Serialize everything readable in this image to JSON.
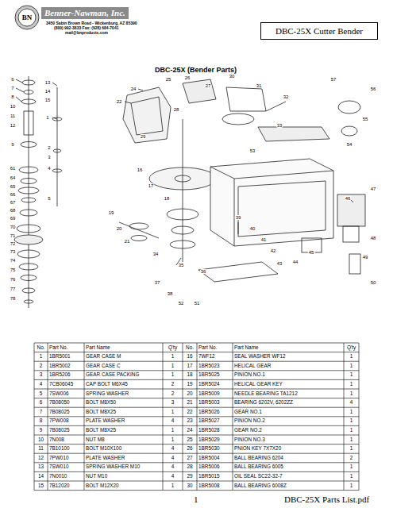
{
  "diagram": {
    "nodes": [
      {
        "text": [
          "DBC-25X Cutter Bender"
        ]
      }
    ],
    "labels": [
      "BN",
      "Benner-Nawman, Inc.",
      "3450 Sabin Brown Road - Wickenburg, AZ 85390",
      "(800) 992-3833 Fax: (928) 684-7041",
      "mail@bnproducts.com",
      "DBC-25X (Bender Parts)",
      "No.",
      "Part No.",
      "Part Name",
      "Q'ty",
      "No.",
      "Part No.",
      "Part Name",
      "Q'ty",
      "1",
      "1BR5001",
      "GEAR CASE M",
      "1",
      "16",
      "7WF12",
      "SEAL WASHER WF12",
      "1",
      "2",
      "1BR5002",
      "GEAR CASE C",
      "1",
      "17",
      "1BR5023",
      "HELICAL GEAR",
      "1",
      "3",
      "1BR5206",
      "GEAR CASE PACKING",
      "1",
      "18",
      "1BR5025",
      "PINION NO.1",
      "1",
      "4",
      "7CB06045",
      "CAP BOLT M6X45",
      "2",
      "19",
      "1BR5024",
      "HELICAL GEAR KEY",
      "1",
      "5",
      "7SW006",
      "SPRING WASHER",
      "2",
      "20",
      "1BR5009",
      "NEEDLE BEARING TA1212",
      "1",
      "6",
      "7B08050",
      "BOLT M8X50",
      "3",
      "21",
      "1BR5003",
      "BEARING 6202V, 6202ZZ",
      "4",
      "7",
      "7B08025",
      "BOLT M8X25",
      "1",
      "22",
      "1BR5026",
      "GEAR NO.1",
      "1",
      "8",
      "7PW008",
      "PLATE WASHER",
      "4",
      "23",
      "1BR5027",
      "PINION NO.2",
      "1",
      "9",
      "7B08025",
      "BOLT M8X25",
      "1",
      "24",
      "1BR5028",
      "GEAR NO.2",
      "1",
      "10",
      "7N008",
      "NUT M8",
      "1",
      "25",
      "1BR5029",
      "PINION NO.3",
      "1",
      "11",
      "7B10100",
      "BOLT M10X100",
      "4",
      "26",
      "1BR5030",
      "PNION KEY 7X7X20",
      "1",
      "12",
      "7PW010",
      "PLATE WASHER",
      "4",
      "27",
      "1BR5004",
      "BALL BEARING 6204",
      "2",
      "13",
      "7SW010",
      "SPRING WASHER M10",
      "4",
      "28",
      "1BR5006",
      "BALL BEARING 6005",
      "1",
      "14",
      "7N0010",
      "NUT M10",
      "4",
      "29",
      "1BR5015",
      "OIL SEAL SC22-32-7",
      "1",
      "15",
      "7B12020",
      "BOLT M12X20",
      "1",
      "30",
      "1BR5008",
      "BALL BEARING 6008Z",
      "1",
      "1",
      "DBC-25X Parts List.pdf",
      "6",
      "7",
      "8",
      "10",
      "11",
      "12",
      "9",
      "61",
      "64",
      "65",
      "66",
      "67",
      "68",
      "69",
      "70",
      "71",
      "72",
      "73",
      "74",
      "75",
      "76",
      "77",
      "78",
      "13",
      "14",
      "15",
      "1",
      "2",
      "3",
      "4",
      "5",
      "22",
      "24",
      "25",
      "26",
      "27",
      "30",
      "31",
      "32",
      "33",
      "28",
      "29",
      "16",
      "17",
      "18",
      "19",
      "20",
      "21",
      "34",
      "35",
      "36",
      "37",
      "38",
      "39",
      "40",
      "41",
      "42",
      "43",
      "44",
      "45",
      "46",
      "47",
      "48",
      "49",
      "50",
      "51",
      "52",
      "53",
      "54",
      "55",
      "56",
      "57"
    ]
  }
}
